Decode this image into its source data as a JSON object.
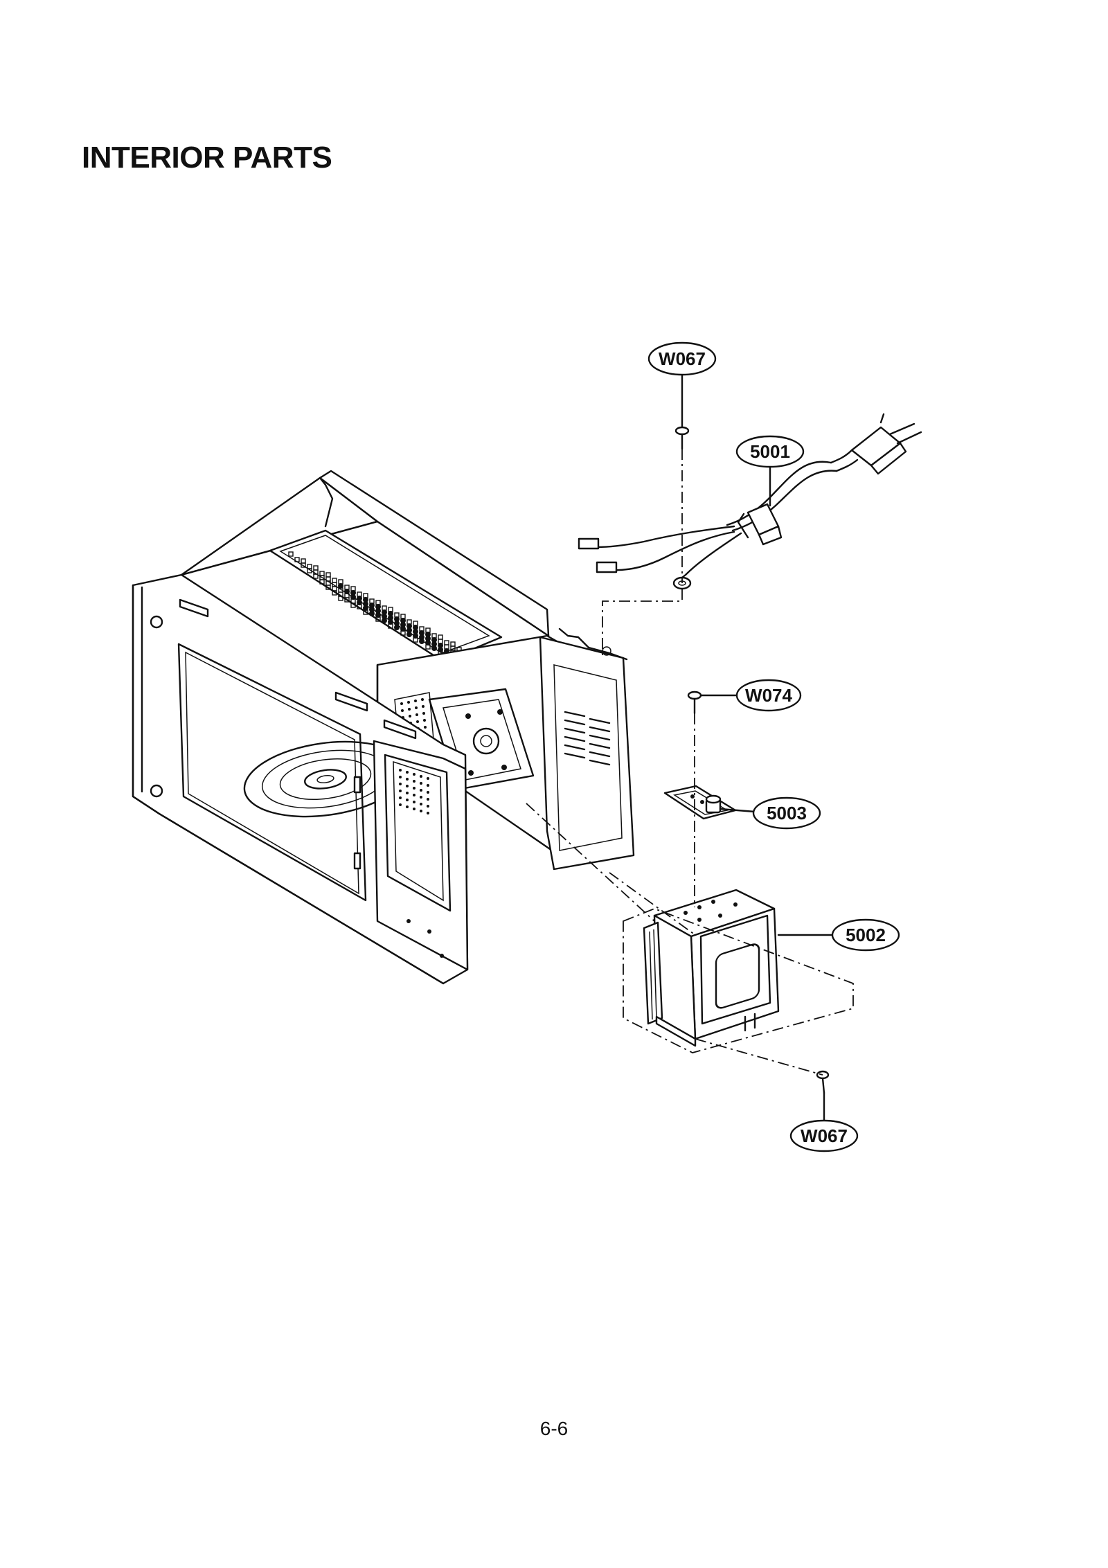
{
  "page": {
    "title": "INTERIOR PARTS",
    "page_number": "6-6"
  },
  "callouts": {
    "w067_top": "W067",
    "p5001": "5001",
    "w074": "W074",
    "p5003": "5003",
    "p5002": "5002",
    "w067_bottom": "W067"
  }
}
